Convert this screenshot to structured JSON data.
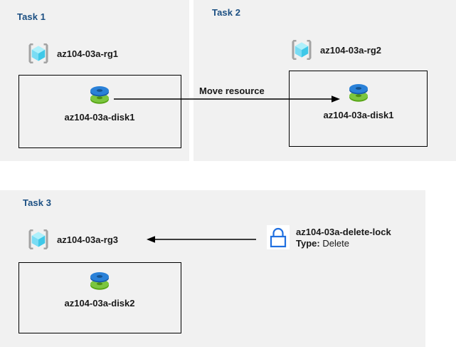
{
  "diagram": {
    "background_color": "#ffffff",
    "panel_color": "#f1f1f1",
    "title_color": "#1b4f82",
    "text_color": "#191919"
  },
  "panels": [
    {
      "id": "task1",
      "title": "Task 1",
      "resource_group": {
        "icon": "resource-group-cube-icon",
        "label": "az104-03a-rg1"
      },
      "resource": {
        "icon": "managed-disk-icon",
        "label": "az104-03a-disk1"
      }
    },
    {
      "id": "task2",
      "title": "Task 2",
      "resource_group": {
        "icon": "resource-group-cube-icon",
        "label": "az104-03a-rg2"
      },
      "resource": {
        "icon": "managed-disk-icon",
        "label": "az104-03a-disk1"
      }
    },
    {
      "id": "task3",
      "title": "Task 3",
      "resource_group": {
        "icon": "resource-group-cube-icon",
        "label": "az104-03a-rg3"
      },
      "resource": {
        "icon": "managed-disk-icon",
        "label": "az104-03a-disk2"
      }
    }
  ],
  "connectors": [
    {
      "id": "move-resource",
      "label": "Move resource",
      "direction": "right",
      "color": "#000000"
    },
    {
      "id": "lock-applies-to-rg3",
      "label": "",
      "direction": "left",
      "color": "#000000"
    }
  ],
  "lock": {
    "icon": "padlock-icon",
    "icon_color": "#1f6fe0",
    "name": "az104-03a-delete-lock",
    "type_key": "Type:",
    "type_value": "Delete"
  }
}
